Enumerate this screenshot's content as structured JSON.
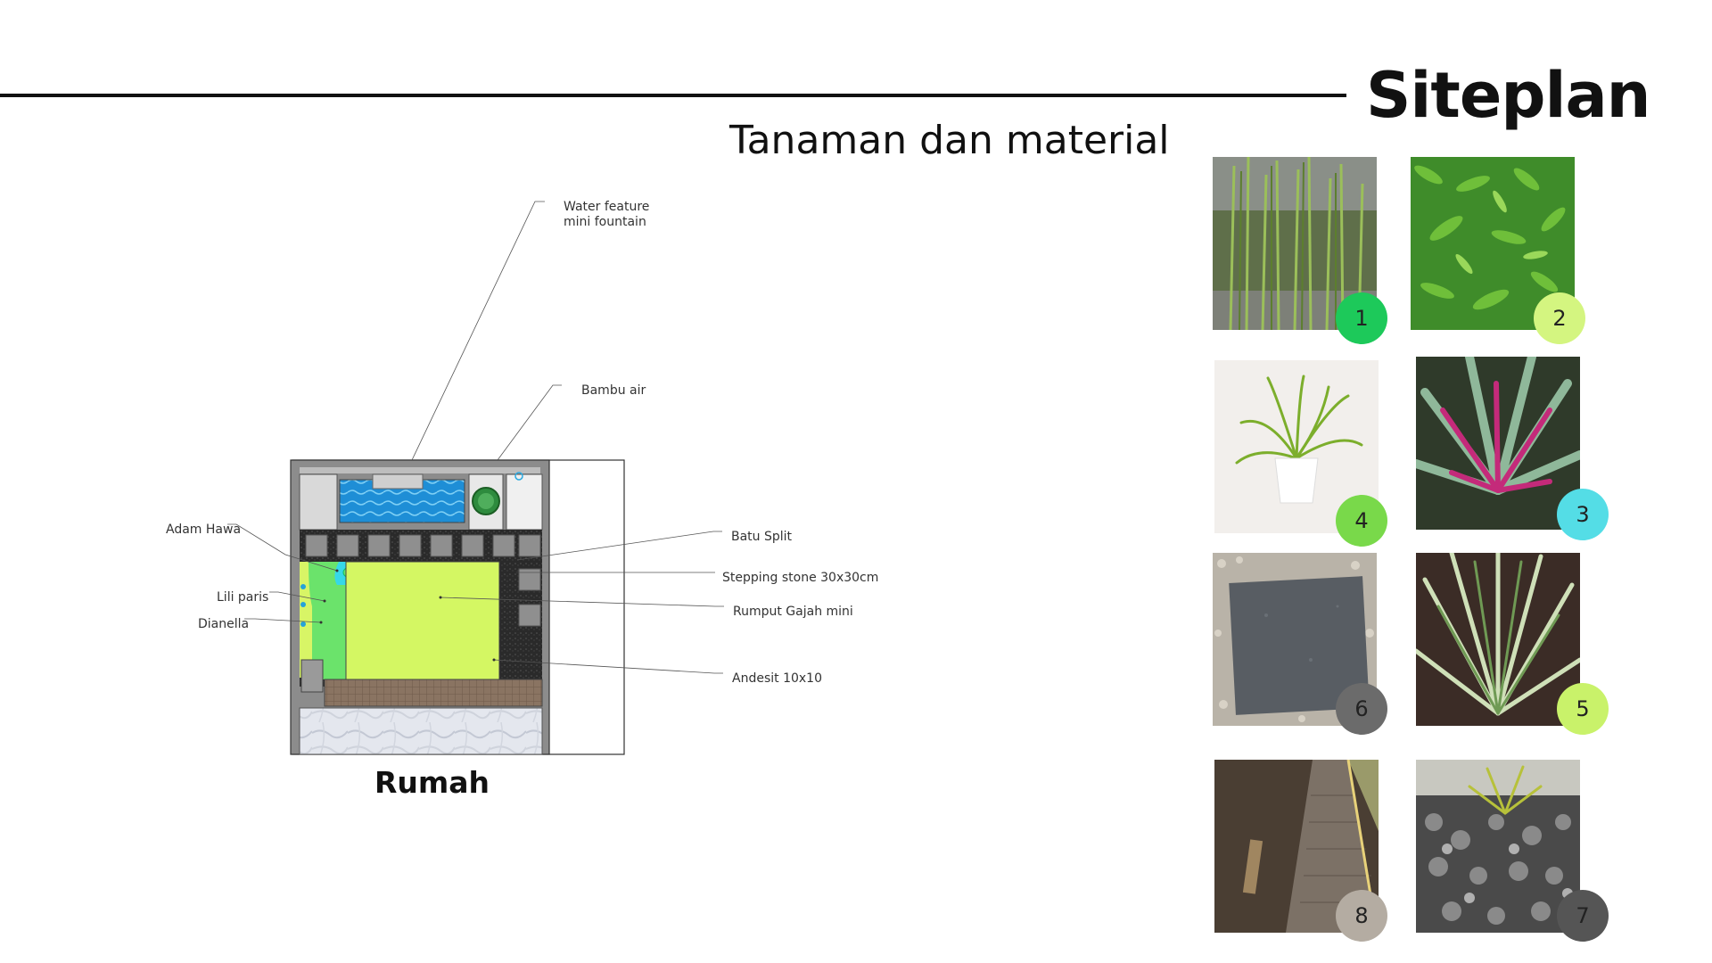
{
  "title": "Siteplan",
  "subtitle": "Tanaman dan material",
  "diagram": {
    "building_label": "Rumah",
    "callouts": {
      "water_feature_line1": "Water feature",
      "water_feature_line2": "mini fountain",
      "bambu_air": "Bambu air",
      "adam_hawa": "Adam Hawa",
      "lili_paris": "Lili paris",
      "dianella": "Dianella",
      "batu_split": "Batu Split",
      "stepping_stone": "Stepping stone 30x30cm",
      "rumput_gajah": "Rumput Gajah mini",
      "andesit": "Andesit 10x10"
    }
  },
  "photos": [
    {
      "number": "1",
      "subject": "bamboo-water-plant",
      "badge_color": "#1dc95a"
    },
    {
      "number": "2",
      "subject": "grass-lawn",
      "badge_color": "#d4f580"
    },
    {
      "number": "4",
      "subject": "potted-spider-plant",
      "badge_color": "#79d94a"
    },
    {
      "number": "3",
      "subject": "adam-hawa-plant",
      "badge_color": "#54dde6"
    },
    {
      "number": "6",
      "subject": "stepping-stone-gravel",
      "badge_color": "#6b6b6b"
    },
    {
      "number": "5",
      "subject": "dianella-plant",
      "badge_color": "#c9f26a"
    },
    {
      "number": "8",
      "subject": "andesite-paving-path",
      "badge_color": "#b4aca2"
    },
    {
      "number": "7",
      "subject": "crushed-stone-bed",
      "badge_color": "#555555"
    }
  ]
}
